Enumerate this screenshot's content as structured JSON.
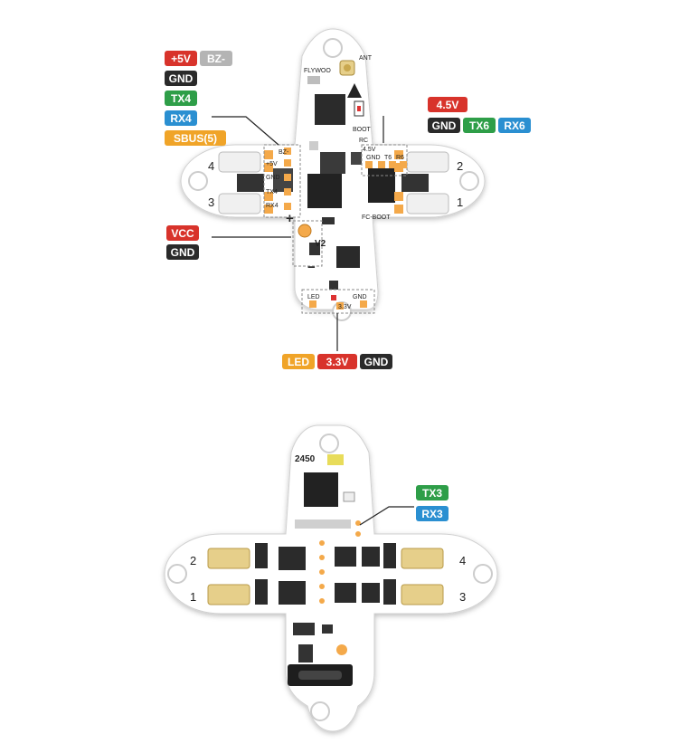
{
  "top_board": {
    "brand": "FLYWOO",
    "ant_label": "ANT",
    "boot_label": "BOOT",
    "fc_boot_label": "FC-BOOT",
    "version": "V2",
    "plus_sign": "+",
    "minus_sign": "−",
    "pad_labels": {
      "p5v": "+5V",
      "bz": "BZ-",
      "gnd": "GND",
      "tx4": "TX4",
      "rx4": "RX4",
      "rc": "RC",
      "v45": "4.5V",
      "gnd2": "GND",
      "t6": "T6",
      "r6": "R6",
      "led": "LED",
      "gnd3": "GND",
      "v33": "3.3V"
    },
    "motor_numbers": [
      "4",
      "3",
      "2",
      "1"
    ]
  },
  "top_callouts": {
    "left_group": [
      [
        "+5V",
        "BZ-"
      ],
      [
        "GND"
      ],
      [
        "TX4"
      ],
      [
        "RX4"
      ],
      [
        "SBUS(5)"
      ]
    ],
    "right_group": [
      [
        "4.5V"
      ],
      [
        "GND",
        "TX6",
        "RX6"
      ]
    ],
    "power_group": [
      [
        "VCC"
      ],
      [
        "GND"
      ]
    ],
    "bottom_group": [
      [
        "LED",
        "3.3V",
        "GND"
      ]
    ]
  },
  "bottom_board": {
    "date_code": "2450",
    "motor_numbers": [
      "2",
      "1",
      "4",
      "3"
    ]
  },
  "bottom_callouts": {
    "group": [
      [
        "TX3"
      ],
      [
        "RX3"
      ]
    ]
  },
  "colors": {
    "red": "#d8332b",
    "grey": "#b4b4b4",
    "black": "#2a2a2a",
    "green": "#2e9e48",
    "blue": "#2a8fd1",
    "orange": "#f0a428",
    "pad": "#f4a94a",
    "board": "#ffffff",
    "board_outline": "#c9c9c9"
  }
}
